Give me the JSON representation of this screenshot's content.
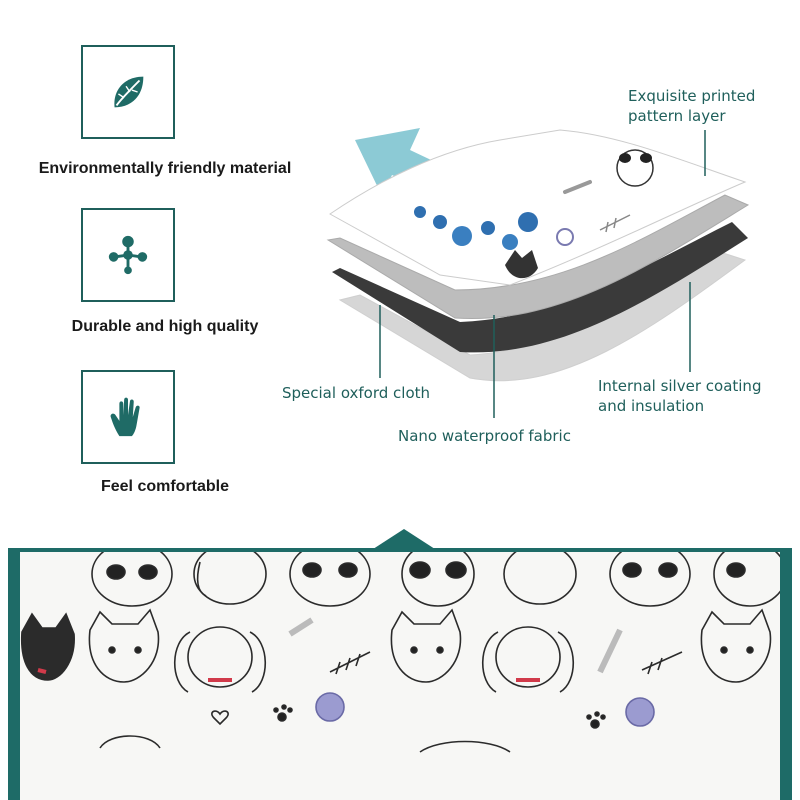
{
  "features": [
    {
      "label": "Environmentally friendly material",
      "icon": "leaf-icon"
    },
    {
      "label": "Durable and high quality",
      "icon": "molecule-icon"
    },
    {
      "label": "Feel comfortable",
      "icon": "hand-icon"
    }
  ],
  "layers": {
    "top_label_line1": "Exquisite printed",
    "top_label_line2": "pattern layer",
    "oxford_label": "Special oxford cloth",
    "nano_label": "Nano waterproof fabric",
    "silver_label_line1": "Internal silver coating",
    "silver_label_line2": "and insulation"
  },
  "colors": {
    "accent": "#1e6b67",
    "arrow": "#7fc4d0",
    "dark_layer": "#3a3a3a",
    "gray_layer": "#bdbdbd"
  },
  "pattern": {
    "motifs": [
      "panda-icon",
      "cat-icon",
      "dog-icon",
      "bone-icon",
      "fishbone-icon",
      "yarn-ball-icon",
      "paw-icon",
      "heart-icon"
    ]
  }
}
